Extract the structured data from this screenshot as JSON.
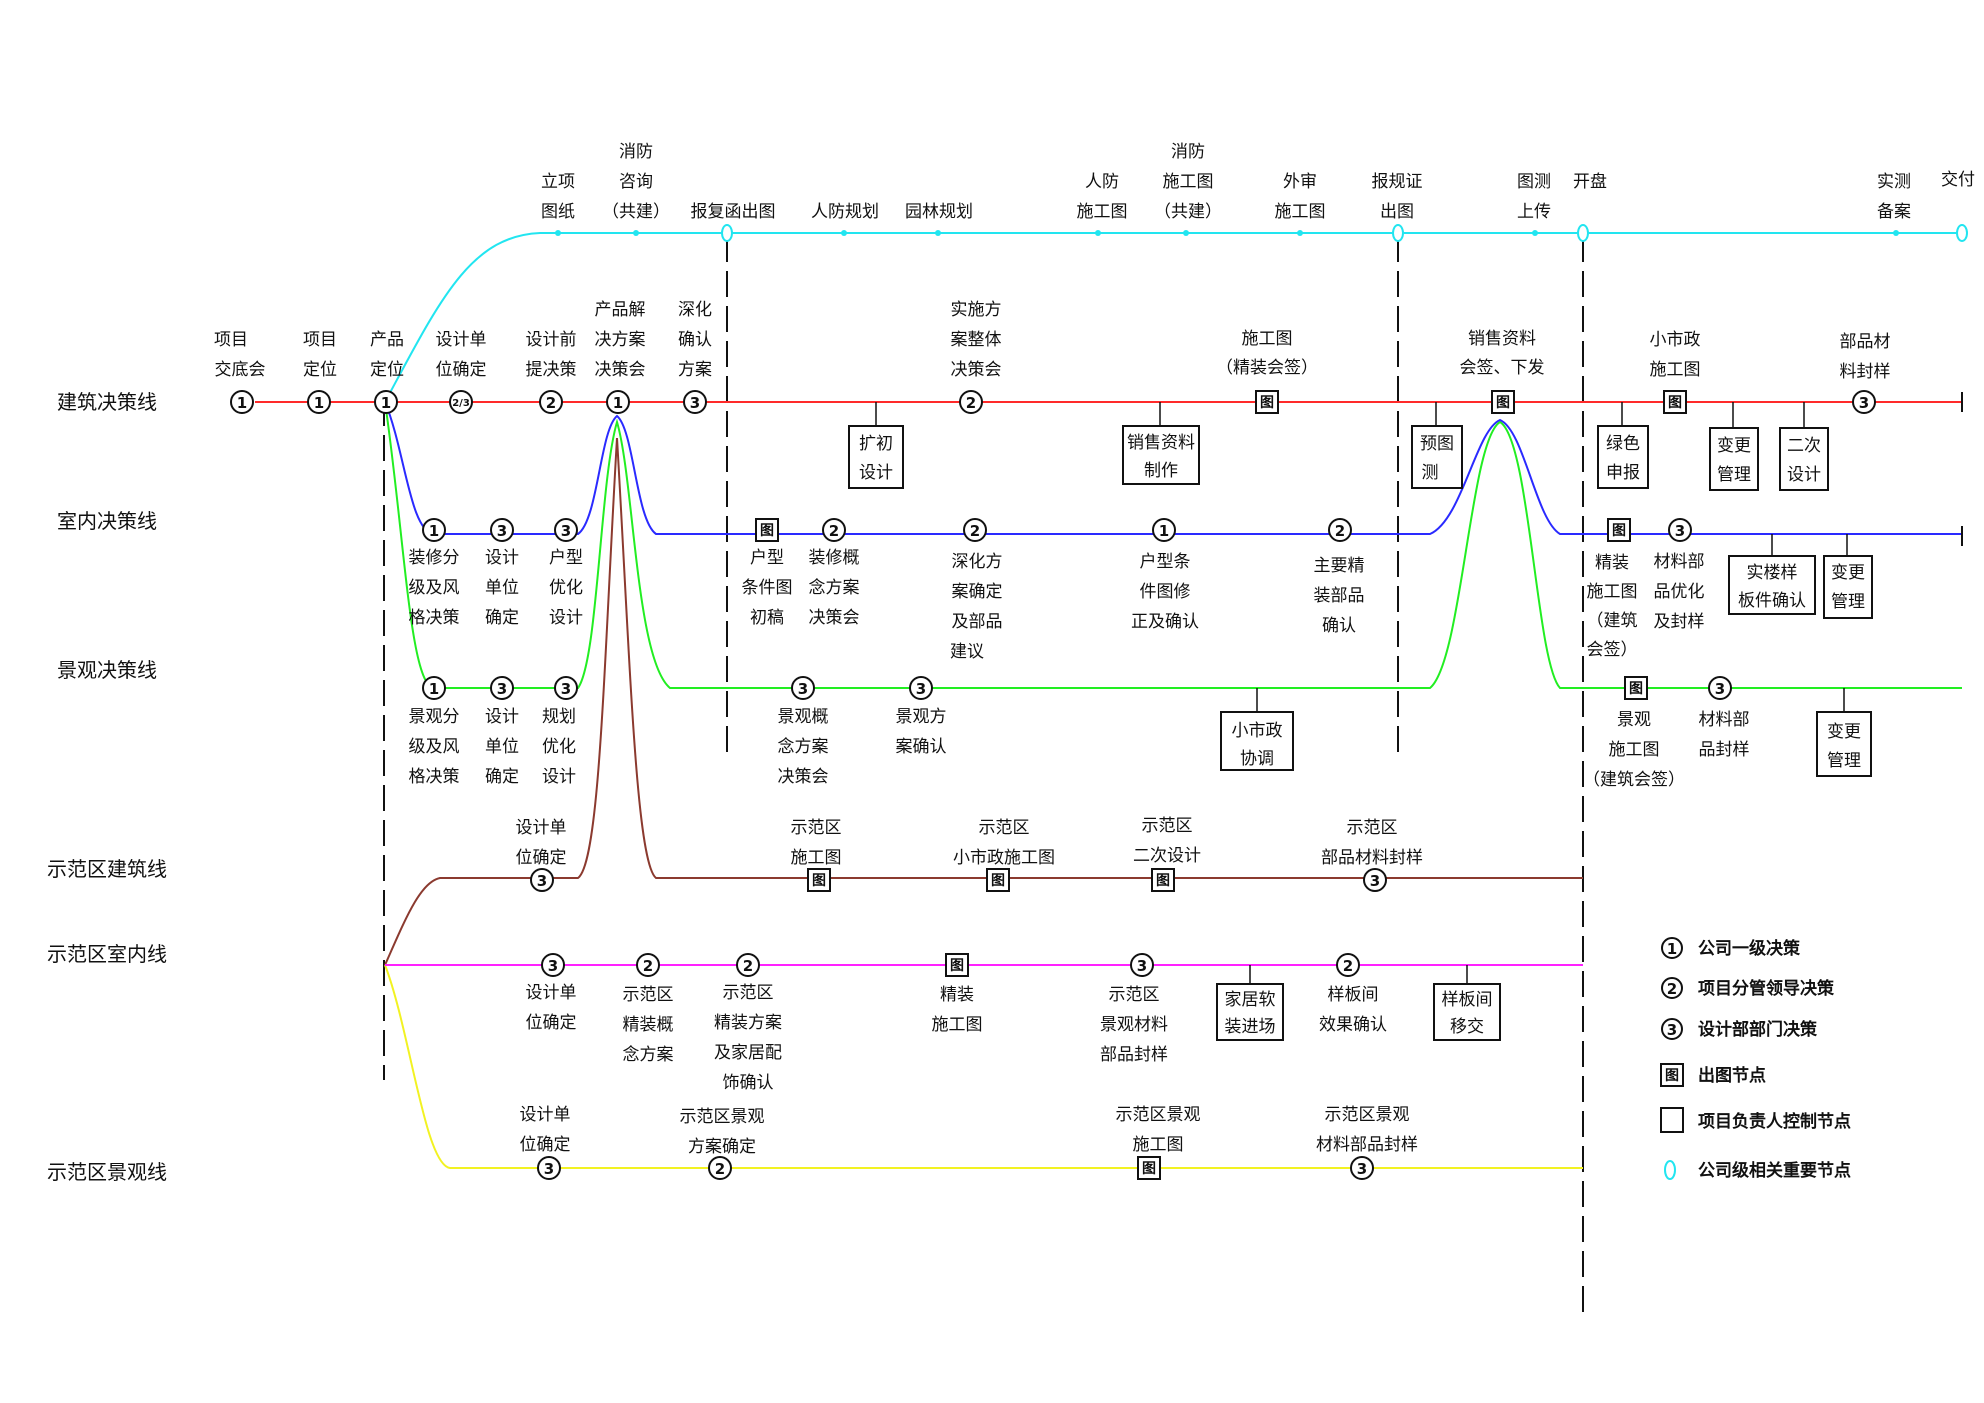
{
  "rows": {
    "arch": "建筑决策线",
    "interior": "室内决策线",
    "landscape": "景观决策线",
    "demo_arch": "示范区建筑线",
    "demo_interior": "示范区室内线",
    "demo_landscape": "示范区景观线"
  },
  "symbols": {
    "tu": "图",
    "one": "1",
    "two": "2",
    "three": "3",
    "two_three": "2/3"
  },
  "legend": {
    "level1": "公司一级决策",
    "level2": "项目分管领导决策",
    "level3": "设计部部门决策",
    "drawing": "出图节点",
    "pm_control": "项目负责人控制节点",
    "company_key": "公司级相关重要节点"
  },
  "colors": {
    "arch": "#ff2a2a",
    "interior": "#2a2aff",
    "landscape": "#22ee22",
    "milestone": "#22e5f0",
    "demo_arch": "#8b3a2f",
    "demo_interior": "#ff22ff",
    "demo_landscape": "#f2f222"
  },
  "milestone": {
    "lixiang": [
      "立项",
      "图纸"
    ],
    "xiaofang1": [
      "消防",
      "咨询",
      "（共建）"
    ],
    "baofu": "报复函出图",
    "renfang_plan": "人防规划",
    "yuanlin": "园林规划",
    "renfang_draw": [
      "人防",
      "施工图"
    ],
    "xiaofang2": [
      "消防",
      "施工图",
      "（共建）"
    ],
    "waishen": [
      "外审",
      "施工图"
    ],
    "baogui": [
      "报规证",
      "出图"
    ],
    "tuce": [
      "图测",
      "上传"
    ],
    "kaipan": "开盘",
    "shice": [
      "实测",
      "备案"
    ],
    "jiaofu": "交付"
  },
  "arch": {
    "jiaodi": [
      "项目",
      "交底会"
    ],
    "dingwei": [
      "项目",
      "定位"
    ],
    "chanpin": [
      "产品",
      "定位"
    ],
    "shejidanwei": [
      "设计单",
      "位确定"
    ],
    "shejiqian": [
      "设计前",
      "提决策"
    ],
    "chanpinjie": [
      "产品解",
      "决方案",
      "决策会"
    ],
    "shenhua": [
      "深化",
      "确认",
      "方案"
    ],
    "kuochu": [
      "扩初",
      "设计"
    ],
    "shishi": [
      "实施方",
      "案整体",
      "决策会"
    ],
    "xiaoshou_make": [
      "销售资料",
      "制作"
    ],
    "shigongtu": [
      "施工图",
      "（精装会签）"
    ],
    "yuce": [
      "预图",
      "测"
    ],
    "xiaoshou_sign": [
      "销售资料",
      "会签、下发"
    ],
    "lvse": [
      "绿色",
      "申报"
    ],
    "xiaoshizheng": [
      "小市政",
      "施工图"
    ],
    "biangeng": [
      "变更",
      "管理"
    ],
    "erci": [
      "二次",
      "设计"
    ],
    "bupin": [
      "部品材",
      "料封样"
    ]
  },
  "interior": {
    "zhuangxiu": [
      "装修分",
      "级及风",
      "格决策"
    ],
    "danwei": [
      "设计",
      "单位",
      "确定"
    ],
    "huxing": [
      "户型",
      "优化",
      "设计"
    ],
    "tiaojian": [
      "户型",
      "条件图",
      "初稿"
    ],
    "gainian": [
      "装修概",
      "念方案",
      "决策会"
    ],
    "shenhuafa": [
      "深化方",
      "案确定",
      "及部品",
      "建议"
    ],
    "xiuzheng": [
      "户型条",
      "件图修",
      "正及确认"
    ],
    "zhuyao": [
      "主要精",
      "装部品",
      "确认"
    ],
    "jingzhuang": [
      "精装",
      "施工图",
      "（建筑",
      "会签）"
    ],
    "cailiao": [
      "材料部",
      "品优化",
      "及封样"
    ],
    "shiloubang": [
      "实楼样",
      "板件确认"
    ],
    "biangeng": [
      "变更",
      "管理"
    ]
  },
  "landscape": {
    "fenji": [
      "景观分",
      "级及风",
      "格决策"
    ],
    "danwei": [
      "设计",
      "单位",
      "确定"
    ],
    "guihua": [
      "规划",
      "优化",
      "设计"
    ],
    "gainian": [
      "景观概",
      "念方案",
      "决策会"
    ],
    "queren": [
      "景观方",
      "案确认"
    ],
    "xiaoshizheng": [
      "小市政",
      "协调"
    ],
    "shigong": [
      "景观",
      "施工图",
      "（建筑会签）"
    ],
    "cailiao": [
      "材料部",
      "品封样"
    ],
    "biangeng": [
      "变更",
      "管理"
    ]
  },
  "demo_arch": {
    "danwei": [
      "设计单",
      "位确定"
    ],
    "shigong": [
      "示范区",
      "施工图"
    ],
    "xiaoshizheng": [
      "示范区",
      "小市政施工图"
    ],
    "erci": [
      "示范区",
      "二次设计"
    ],
    "bupin": [
      "示范区",
      "部品材料封样"
    ]
  },
  "demo_interior": {
    "danwei": [
      "设计单",
      "位确定"
    ],
    "gainian": [
      "示范区",
      "精装概",
      "念方案"
    ],
    "fangan": [
      "示范区",
      "精装方案",
      "及家居配",
      "饰确认"
    ],
    "jingzhuang": [
      "精装",
      "施工图"
    ],
    "cailiao": [
      "示范区",
      "景观材料",
      "部品封样"
    ],
    "jiaju": [
      "家居软",
      "装进场"
    ],
    "xiaoguo": [
      "样板间",
      "效果确认"
    ],
    "yijiao": [
      "样板间",
      "移交"
    ]
  },
  "demo_landscape": {
    "danwei": [
      "设计单",
      "位确定"
    ],
    "fangan": [
      "示范区景观",
      "方案确定"
    ],
    "shigong": [
      "示范区景观",
      "施工图"
    ],
    "cailiao": [
      "示范区景观",
      "材料部品封样"
    ]
  }
}
